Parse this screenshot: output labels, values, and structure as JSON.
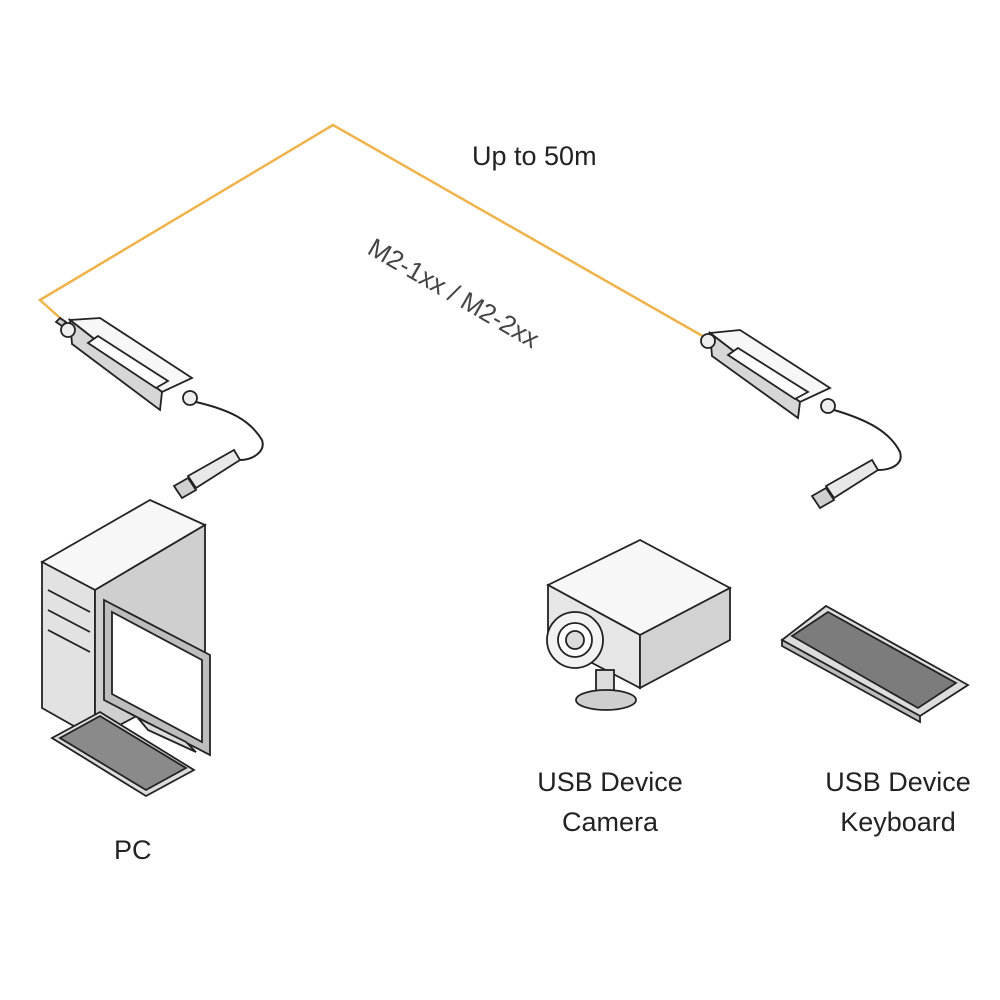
{
  "distance_label": "Up to 50m",
  "cable_label": "M2-1xx / M2-2xx",
  "pc": {
    "label": "PC"
  },
  "camera": {
    "line1": "USB Device",
    "line2": "Camera"
  },
  "keyboard": {
    "line1": "USB Device",
    "line2": "Keyboard"
  },
  "colors": {
    "fiber": "#f0b24a",
    "line": "#222222",
    "fill_light": "#f7f7f7",
    "fill_dark": "#cfcfcf"
  }
}
